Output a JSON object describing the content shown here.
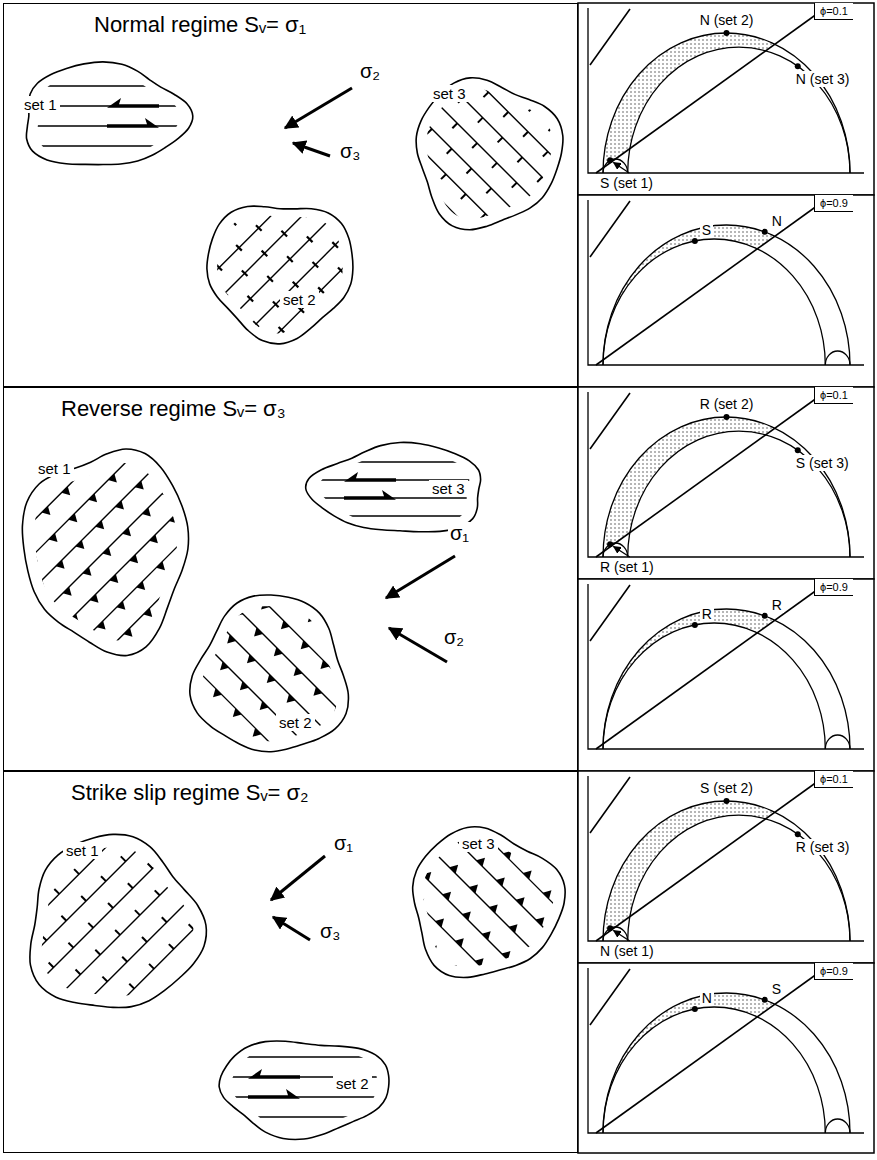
{
  "diagram": {
    "nodes": [
      {
        "text": [
          "Normal regime Sᵥ= σ₁"
        ]
      },
      {
        "text": [
          "set 1"
        ],
        "in": 0
      },
      {
        "text": [
          "set 3"
        ],
        "in": 0
      },
      {
        "text": [
          "set 2"
        ],
        "in": 0
      },
      {
        "text": [
          "ϕ=0.1"
        ]
      },
      {
        "text": [
          "ϕ=0.9"
        ]
      },
      {
        "text": [
          "Reverse regime Sᵥ= σ₃"
        ]
      },
      {
        "text": [
          "set 1"
        ],
        "in": 6
      },
      {
        "text": [
          "set 3"
        ],
        "in": 6
      },
      {
        "text": [
          "set 2"
        ],
        "in": 6
      },
      {
        "text": [
          "ϕ=0.1"
        ]
      },
      {
        "text": [
          "ϕ=0.9"
        ]
      },
      {
        "text": [
          "Strike slip regime Sᵥ= σ₂"
        ]
      },
      {
        "text": [
          "set 1"
        ],
        "in": 12
      },
      {
        "text": [
          "set 3"
        ],
        "in": 12
      },
      {
        "text": [
          "set 2"
        ],
        "in": 12
      },
      {
        "text": [
          "ϕ=0.1"
        ]
      },
      {
        "text": [
          "ϕ=0.9"
        ]
      }
    ],
    "labels": [
      "σ₂",
      "σ₃",
      "N (set 2)",
      "N (set 3)",
      "S (set 1)",
      "N",
      "S",
      "σ₁",
      "σ₂",
      "R (set 2)",
      "S (set 3)",
      "R (set 1)",
      "R",
      "R",
      "σ₁",
      "σ₃",
      "S (set 2)",
      "R (set 3)",
      "N (set 1)",
      "S",
      "N"
    ]
  }
}
